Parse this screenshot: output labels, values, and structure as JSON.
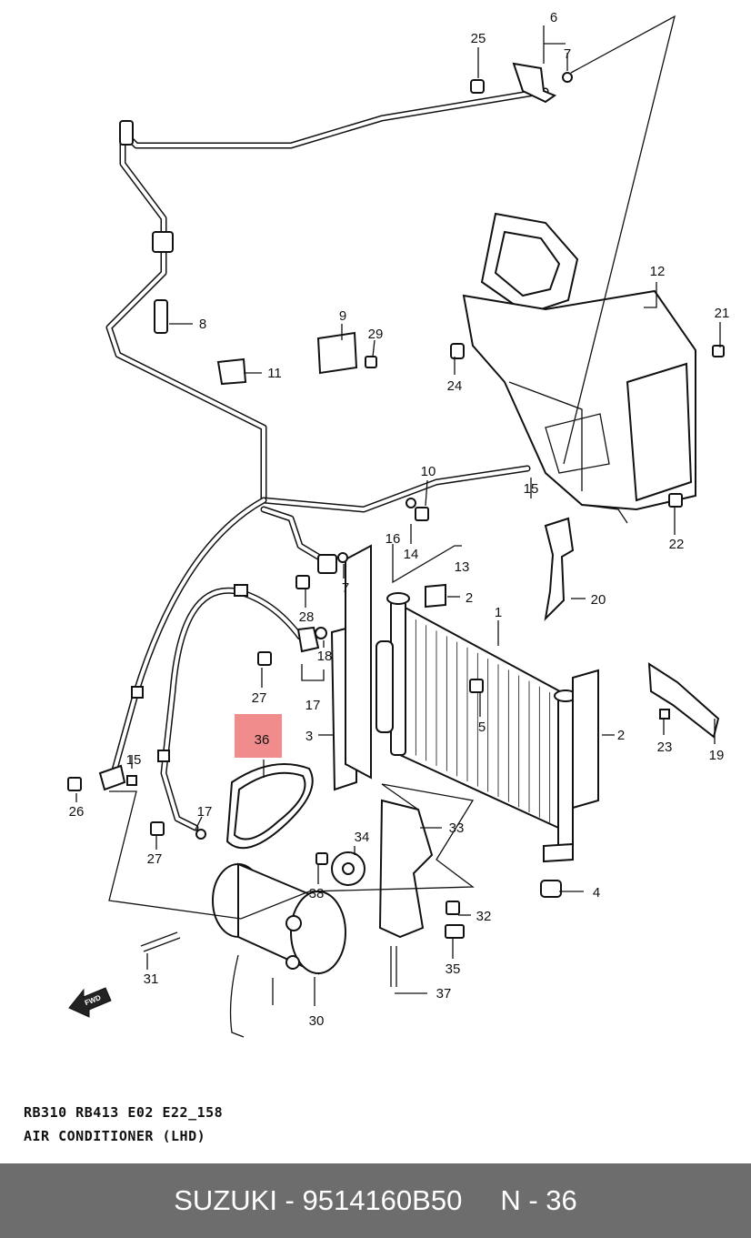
{
  "diagram": {
    "callouts": [
      {
        "id": "n25",
        "text": "25"
      },
      {
        "id": "n6",
        "text": "6"
      },
      {
        "id": "n7a",
        "text": "7"
      },
      {
        "id": "n12",
        "text": "12"
      },
      {
        "id": "n21",
        "text": "21"
      },
      {
        "id": "n8",
        "text": "8"
      },
      {
        "id": "n9",
        "text": "9"
      },
      {
        "id": "n29",
        "text": "29"
      },
      {
        "id": "n11",
        "text": "11"
      },
      {
        "id": "n24",
        "text": "24"
      },
      {
        "id": "n10",
        "text": "10"
      },
      {
        "id": "n15a",
        "text": "15"
      },
      {
        "id": "n16",
        "text": "16"
      },
      {
        "id": "n14",
        "text": "14"
      },
      {
        "id": "n13",
        "text": "13"
      },
      {
        "id": "n22",
        "text": "22"
      },
      {
        "id": "n7b",
        "text": "7"
      },
      {
        "id": "n20",
        "text": "20"
      },
      {
        "id": "n2a",
        "text": "2"
      },
      {
        "id": "n28",
        "text": "28"
      },
      {
        "id": "n1",
        "text": "1"
      },
      {
        "id": "n18",
        "text": "18"
      },
      {
        "id": "n27a",
        "text": "27"
      },
      {
        "id": "n17a",
        "text": "17"
      },
      {
        "id": "n23",
        "text": "23"
      },
      {
        "id": "n19",
        "text": "19"
      },
      {
        "id": "n5",
        "text": "5"
      },
      {
        "id": "n3",
        "text": "3"
      },
      {
        "id": "n2b",
        "text": "2"
      },
      {
        "id": "n15b",
        "text": "15"
      },
      {
        "id": "n26",
        "text": "26"
      },
      {
        "id": "n17b",
        "text": "17"
      },
      {
        "id": "n27b",
        "text": "27"
      },
      {
        "id": "n33",
        "text": "33"
      },
      {
        "id": "n34",
        "text": "34"
      },
      {
        "id": "n38",
        "text": "38"
      },
      {
        "id": "n4",
        "text": "4"
      },
      {
        "id": "n32",
        "text": "32"
      },
      {
        "id": "n31",
        "text": "31"
      },
      {
        "id": "n35",
        "text": "35"
      },
      {
        "id": "n37",
        "text": "37"
      },
      {
        "id": "n30",
        "text": "30"
      }
    ],
    "highlight_label": "36",
    "highlight_color": "#f08c8c",
    "fwd_label": "FWD"
  },
  "caption": {
    "codes": "RB310 RB413 E02 E22_158",
    "title": "AIR CONDITIONER (LHD)"
  },
  "footer": {
    "brand_part": "SUZUKI - 9514160B50",
    "ref": "N - 36",
    "background": "#6d6d6d"
  }
}
